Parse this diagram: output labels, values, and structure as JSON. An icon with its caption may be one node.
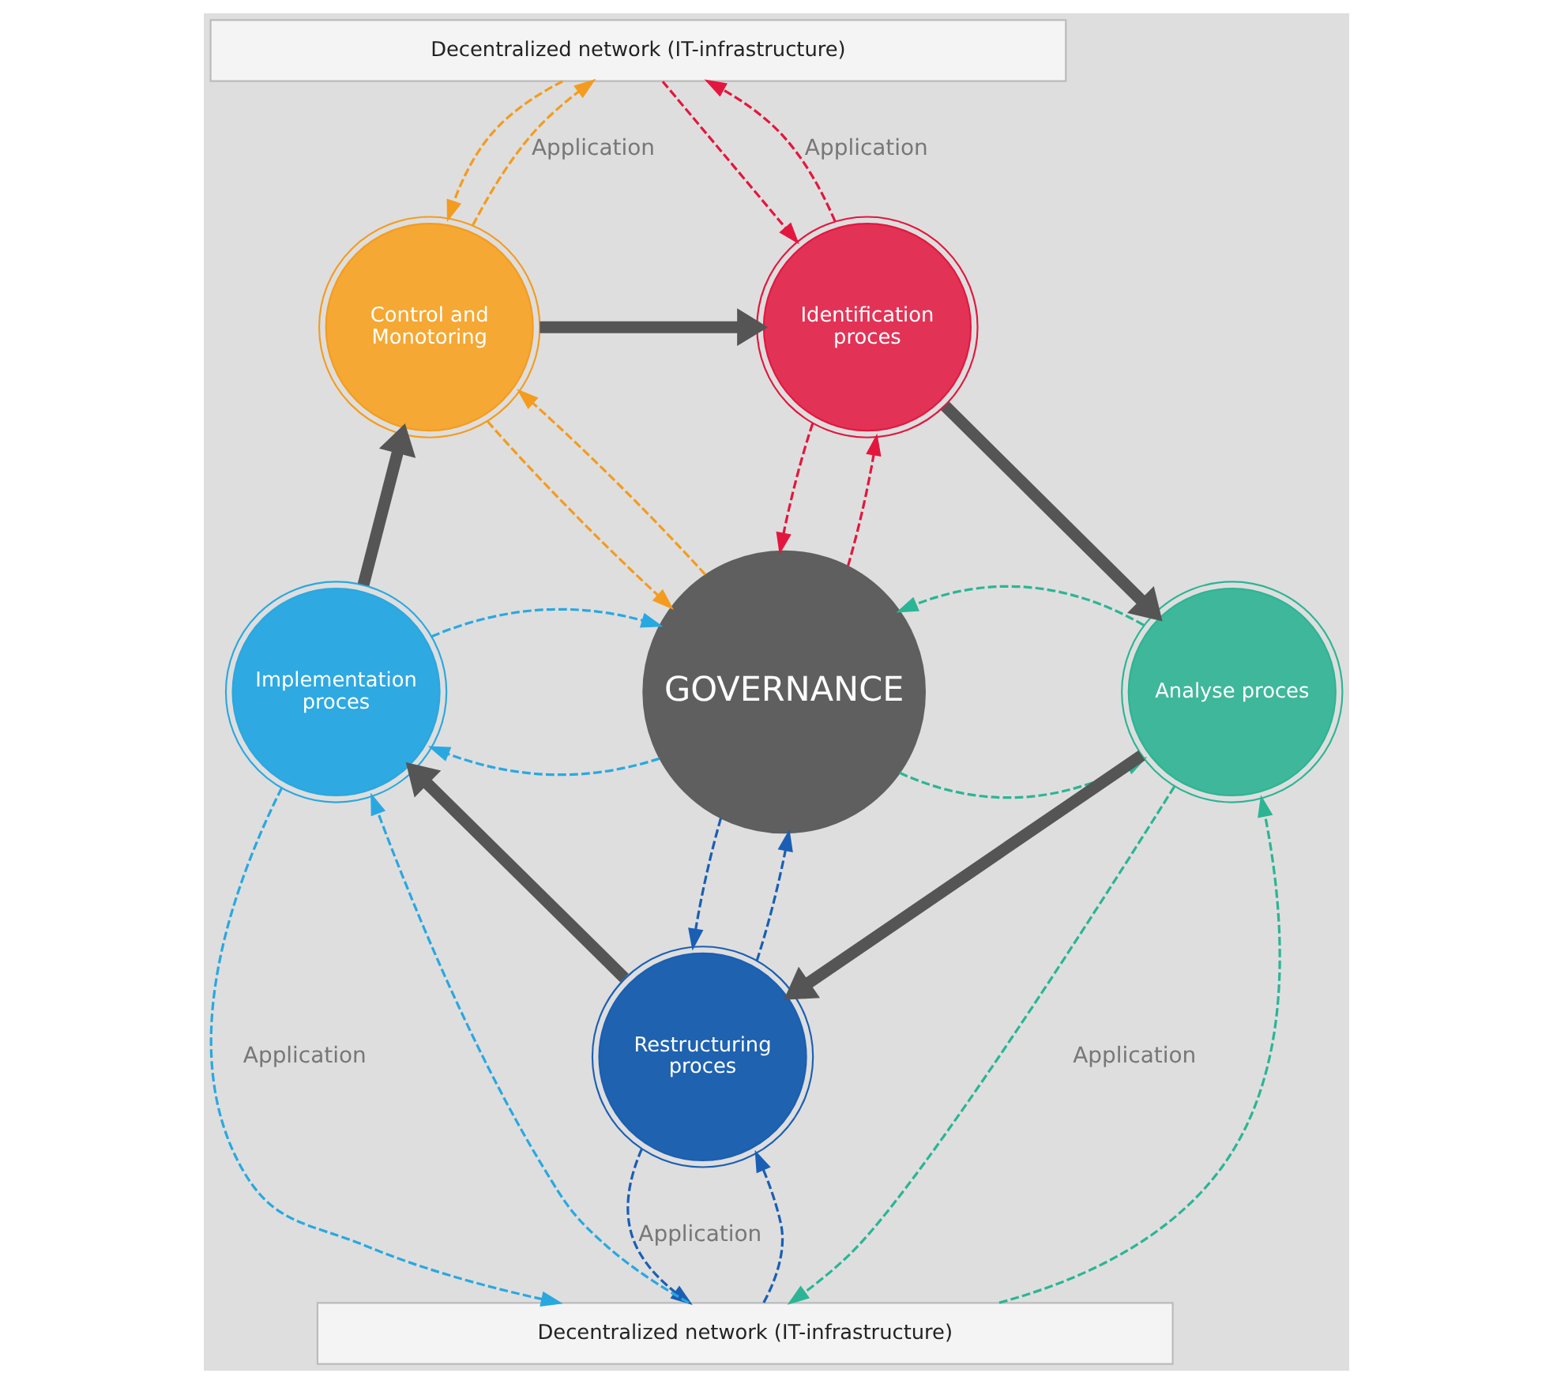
{
  "diagram": {
    "nodes": [
      {
        "text": [
          "Decentralized network (IT-infrastructure)"
        ]
      },
      {
        "text": [
          "Control and Monotoring"
        ]
      },
      {
        "text": [
          "Identification proces"
        ]
      },
      {
        "text": [
          "GOVERNANCE"
        ]
      },
      {
        "text": [
          "Implementation proces"
        ]
      },
      {
        "text": [
          "Analyse proces"
        ]
      },
      {
        "text": [
          "Restructuring proces"
        ]
      },
      {
        "text": [
          "Decentralized network (IT-infrastructure)"
        ]
      }
    ],
    "edges": [
      {
        "from": 1,
        "to": 2,
        "arrow": "to",
        "style": "thick",
        "color": "#555555"
      },
      {
        "from": 2,
        "to": 5,
        "arrow": "to",
        "style": "thick",
        "color": "#555555"
      },
      {
        "from": 5,
        "to": 6,
        "arrow": "to",
        "style": "thick",
        "color": "#555555"
      },
      {
        "from": 6,
        "to": 4,
        "arrow": "to",
        "style": "thick",
        "color": "#555555"
      },
      {
        "from": 4,
        "to": 1,
        "arrow": "to",
        "style": "thick",
        "color": "#555555"
      },
      {
        "from": 1,
        "to": 0,
        "arrow": "to",
        "style": "dashed",
        "color": "#f39c1f",
        "label": "Application"
      },
      {
        "from": 0,
        "to": 1,
        "arrow": "to",
        "style": "dashed",
        "color": "#f39c1f"
      },
      {
        "from": 2,
        "to": 0,
        "arrow": "to",
        "style": "dashed",
        "color": "#e3173e",
        "label": "Application"
      },
      {
        "from": 0,
        "to": 2,
        "arrow": "to",
        "style": "dashed",
        "color": "#e3173e"
      },
      {
        "from": 4,
        "to": 7,
        "arrow": "to",
        "style": "dashed",
        "color": "#29a8e0",
        "label": "Application"
      },
      {
        "from": 7,
        "to": 4,
        "arrow": "to",
        "style": "dashed",
        "color": "#29a8e0"
      },
      {
        "from": 6,
        "to": 7,
        "arrow": "to",
        "style": "dashed",
        "color": "#1a5fb4",
        "label": "Application"
      },
      {
        "from": 7,
        "to": 6,
        "arrow": "to",
        "style": "dashed",
        "color": "#1a5fb4"
      },
      {
        "from": 5,
        "to": 7,
        "arrow": "to",
        "style": "dashed",
        "color": "#2bb594",
        "label": "Application"
      },
      {
        "from": 7,
        "to": 5,
        "arrow": "to",
        "style": "dashed",
        "color": "#2bb594"
      },
      {
        "from": 3,
        "to": 1,
        "arrow": "to",
        "style": "dashed",
        "color": "#f39c1f"
      },
      {
        "from": 1,
        "to": 3,
        "arrow": "to",
        "style": "dashed",
        "color": "#f39c1f"
      },
      {
        "from": 3,
        "to": 2,
        "arrow": "to",
        "style": "dashed",
        "color": "#e3173e"
      },
      {
        "from": 2,
        "to": 3,
        "arrow": "to",
        "style": "dashed",
        "color": "#e3173e"
      },
      {
        "from": 3,
        "to": 4,
        "arrow": "to",
        "style": "dashed",
        "color": "#29a8e0"
      },
      {
        "from": 4,
        "to": 3,
        "arrow": "to",
        "style": "dashed",
        "color": "#29a8e0"
      },
      {
        "from": 3,
        "to": 5,
        "arrow": "to",
        "style": "dashed",
        "color": "#2bb594"
      },
      {
        "from": 5,
        "to": 3,
        "arrow": "to",
        "style": "dashed",
        "color": "#2bb594"
      },
      {
        "from": 3,
        "to": 6,
        "arrow": "to",
        "style": "dashed",
        "color": "#1a5fb4"
      },
      {
        "from": 6,
        "to": 3,
        "arrow": "to",
        "style": "dashed",
        "color": "#1a5fb4"
      }
    ]
  }
}
